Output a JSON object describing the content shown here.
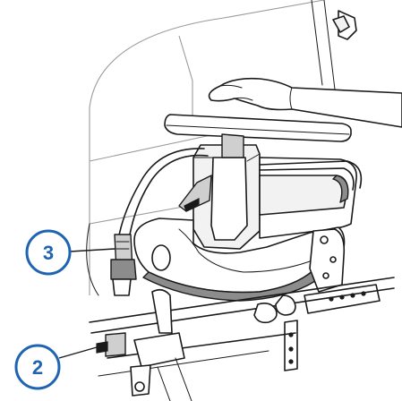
{
  "callouts": [
    {
      "label": "3",
      "part": "armrest-height-adjustment-lever"
    },
    {
      "label": "2",
      "part": "armrest-release-latch"
    }
  ],
  "colors": {
    "callout_accent": "#1f64b0",
    "outline": "#1a1a1a",
    "background": "#ffffff"
  }
}
